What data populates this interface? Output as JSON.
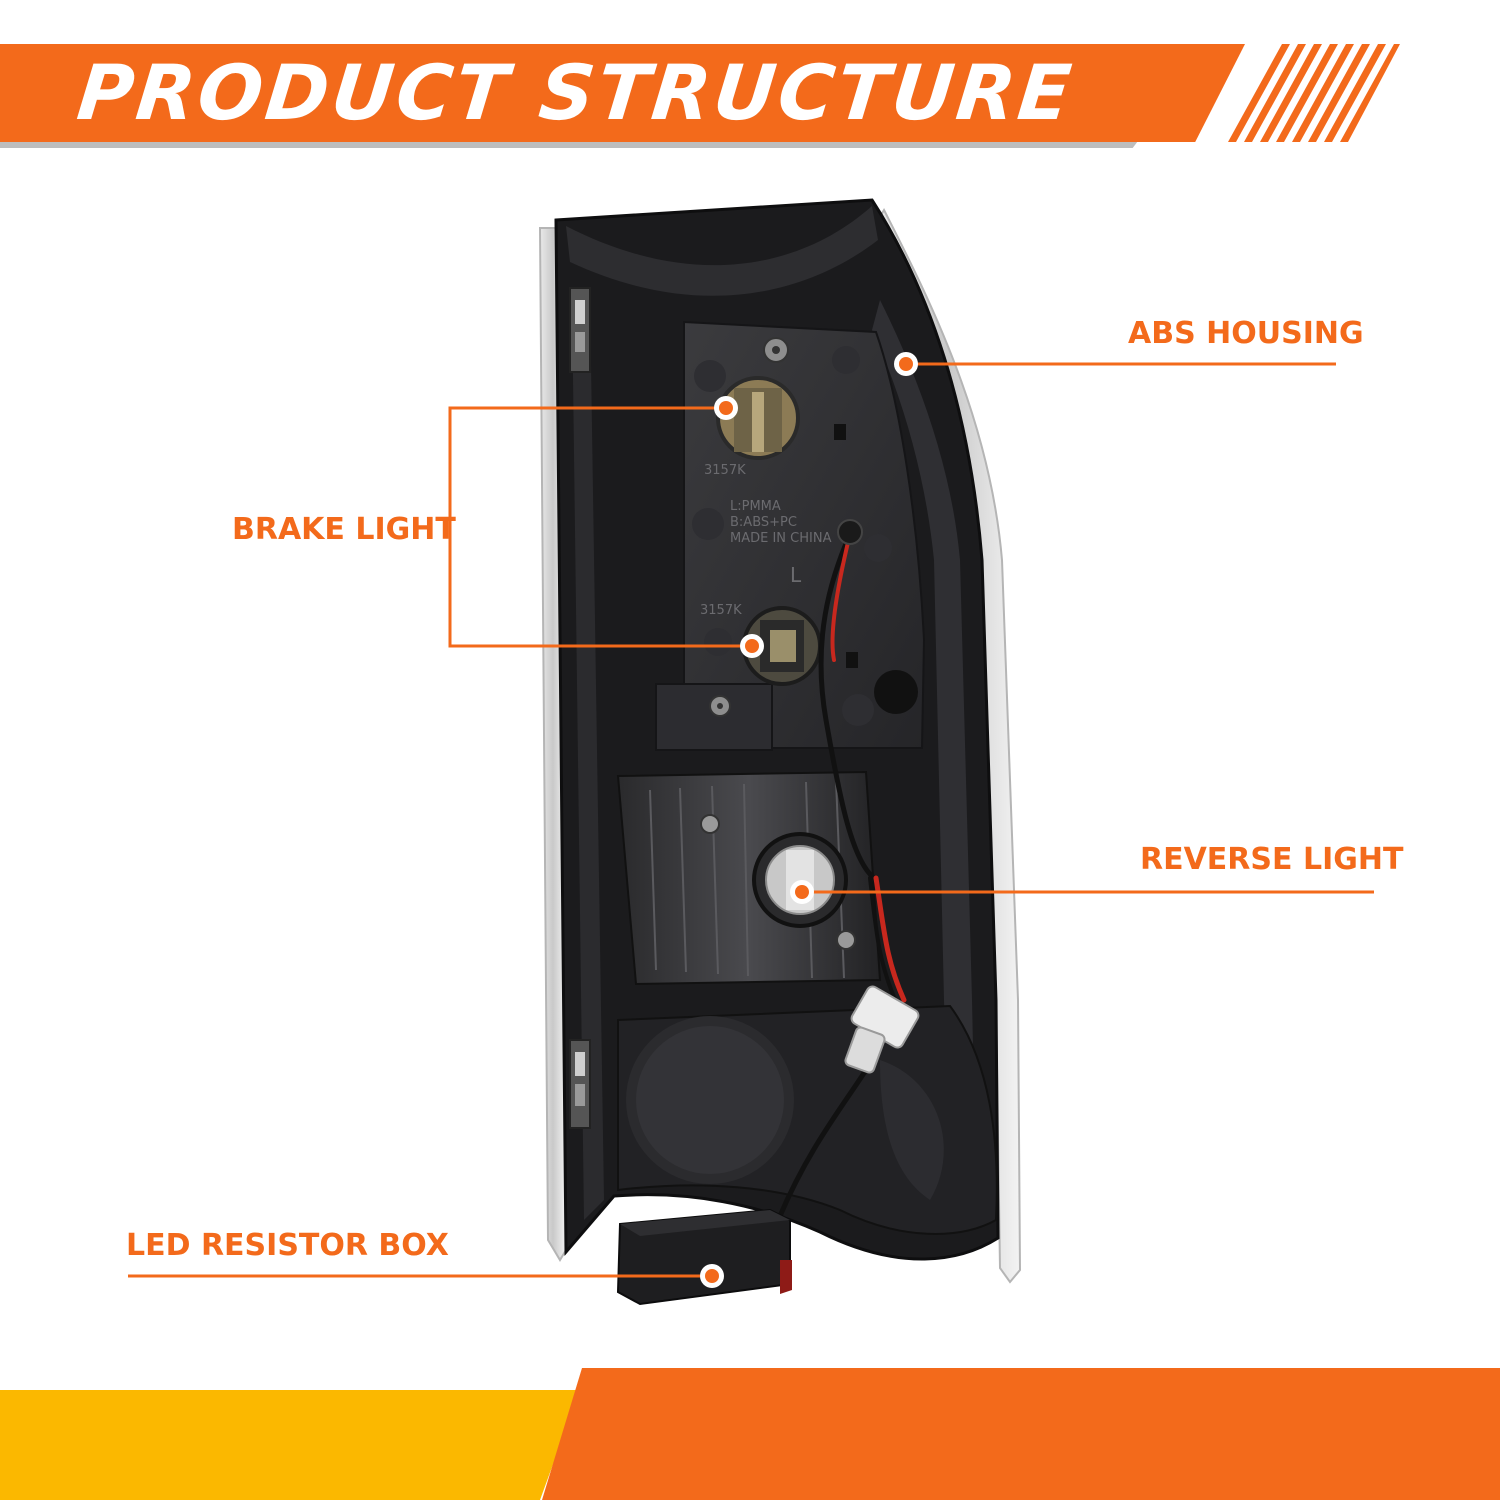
{
  "header": {
    "title": "PRODUCT STRUCTURE"
  },
  "callouts": {
    "abs_housing": "ABS HOUSING",
    "brake_light": "BRAKE LIGHT",
    "reverse_light": "REVERSE LIGHT",
    "led_resistor_box": "LED RESISTOR BOX"
  },
  "housing_markings": {
    "bulb_upper": "3157K",
    "material_line1": "L:PMMA",
    "material_line2": "B:ABS+PC",
    "origin": "MADE IN CHINA",
    "side": "L",
    "bulb_lower": "3157K"
  },
  "colors": {
    "accent_orange": "#f36a1b",
    "accent_yellow": "#fbb800",
    "housing_black": "#1b1b1d",
    "banner_shadow": "#bdbdbd"
  }
}
